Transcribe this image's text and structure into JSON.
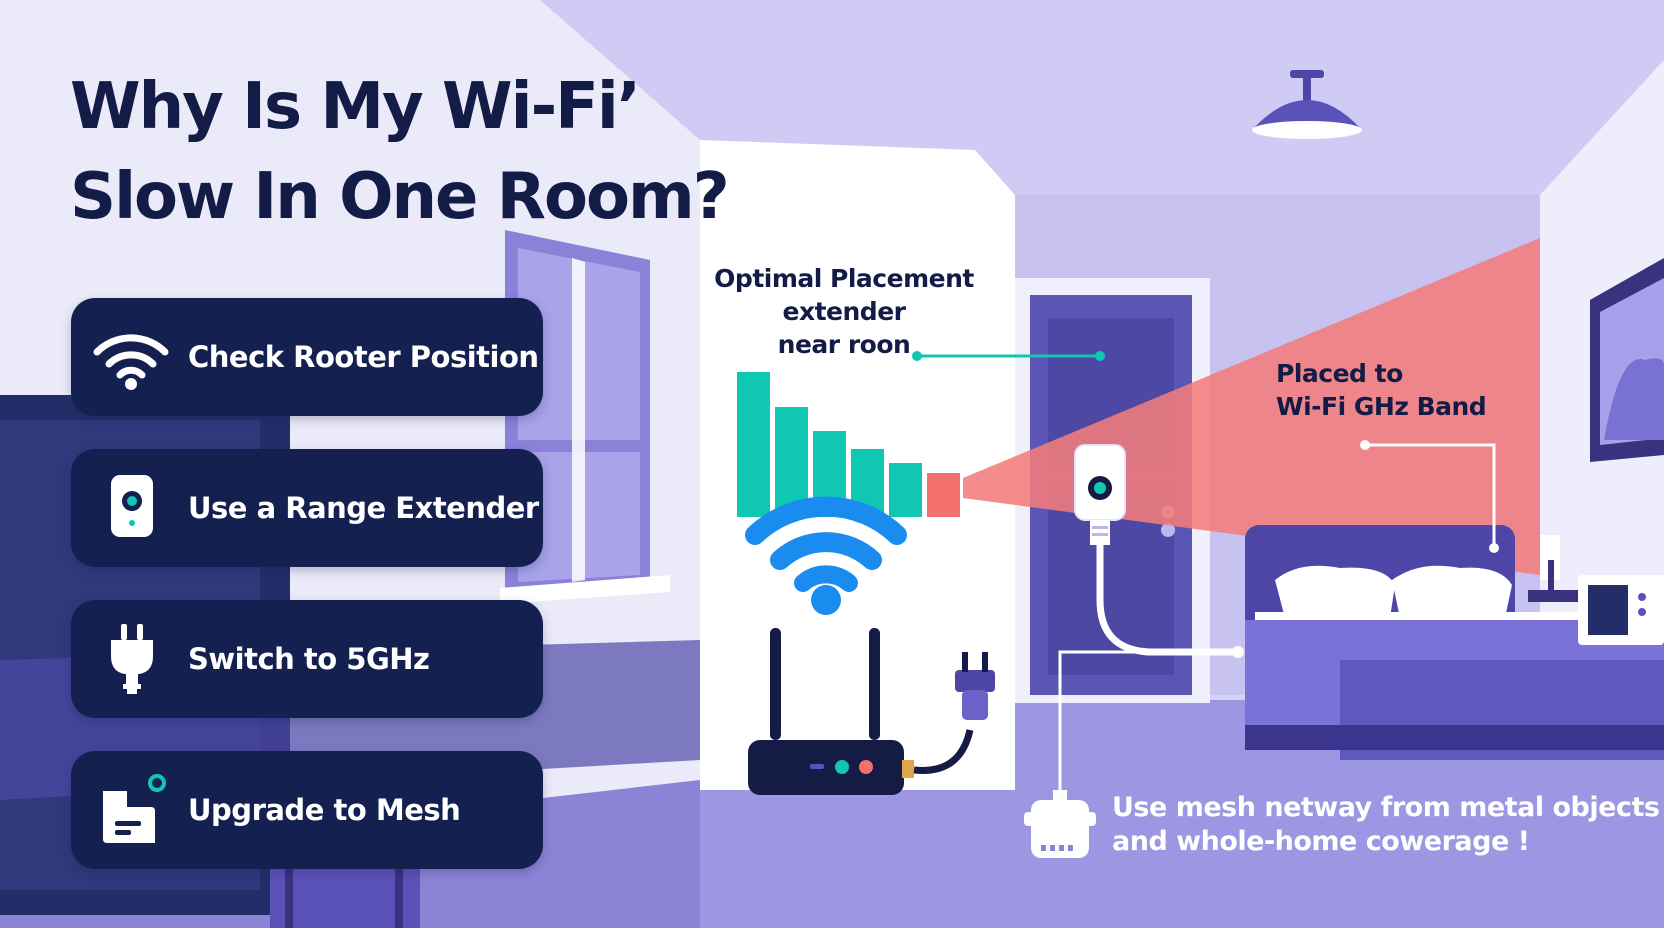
{
  "title": {
    "line1": "Why Is My Wi-Fi’",
    "line2": "Slow In One Room?"
  },
  "tips": [
    {
      "label": "Check Rooter Position",
      "icon": "wifi-icon"
    },
    {
      "label": "Use a Range Extender",
      "icon": "range-extender-icon"
    },
    {
      "label": "Switch to 5GHz",
      "icon": "plug-icon"
    },
    {
      "label": "Upgrade to Mesh",
      "icon": "mesh-node-icon"
    }
  ],
  "callouts": {
    "placement": {
      "line1": "Optimal Placement",
      "line2": "extender",
      "line3": "near roon"
    },
    "band": {
      "line1": "Placed to",
      "line2": "Wi-Fi  GHz Band"
    },
    "mesh_note": {
      "line1": "Use mesh netway from metal objects",
      "line2": "and whole-home cowerage !"
    }
  },
  "signal_bars": [
    1.0,
    0.76,
    0.59,
    0.47,
    0.37,
    0.3
  ],
  "colors": {
    "navy": "#142150",
    "title": "#131c46",
    "teal": "#10c7b2",
    "wifi_blue": "#1a8cf0",
    "weak_red": "#f2706e",
    "beam_red": "#f27c7c",
    "floor": "#9d96e2",
    "wall_light": "#ebeaf9",
    "wall_mid": "#c9c5f1"
  }
}
